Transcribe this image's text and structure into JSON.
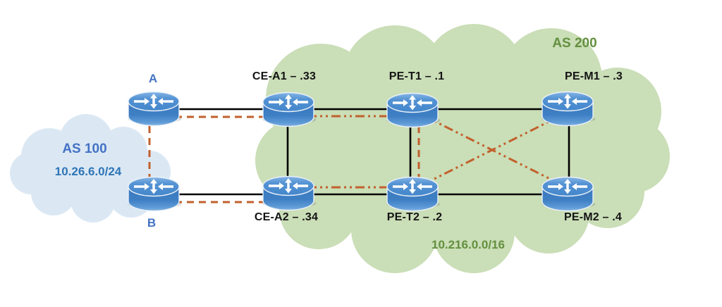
{
  "clouds": {
    "as100": {
      "name": "AS 100",
      "subnet": "10.26.6.0/24"
    },
    "as200": {
      "name": "AS 200",
      "subnet": "10.216.0.0/16"
    }
  },
  "routers": {
    "a": {
      "label": "A"
    },
    "b": {
      "label": "B"
    },
    "ce_a1": {
      "label": "CE-A1 – .33"
    },
    "ce_a2": {
      "label": "CE-A2 – .34"
    },
    "pe_t1": {
      "label": "PE-T1 – .1"
    },
    "pe_t2": {
      "label": "PE-T2 – .2"
    },
    "pe_m1": {
      "label": "PE-M1 – .3"
    },
    "pe_m2": {
      "label": "PE-M2 – .4"
    }
  },
  "links": {
    "solid_black": [
      "A–CE-A1",
      "B–CE-A2",
      "CE-A1–PE-T1",
      "CE-A2–PE-T2",
      "PE-T1–PE-M1",
      "PE-T2–PE-M2",
      "CE-A1–CE-A2",
      "PE-T1–PE-T2",
      "PE-M1–PE-M2"
    ],
    "dashed_orange": [
      "A–CE-A1",
      "B–CE-A2",
      "A–B",
      "PE-T1–PE-T2"
    ],
    "dashdotdot_orange": [
      "CE-A1–PE-T1",
      "CE-A2–PE-T2",
      "PE-T1–PE-M2",
      "PE-T2–PE-M1"
    ]
  },
  "colors": {
    "link_black": "#000000",
    "link_orange": "#C2602C",
    "as100_cloud": "#DBE8F4",
    "as200_cloud": "#CADEB7",
    "as100_text": "#4472C4",
    "as200_text": "#63903F",
    "router_blue": "#3E7FC4",
    "label_black": "#141414"
  }
}
